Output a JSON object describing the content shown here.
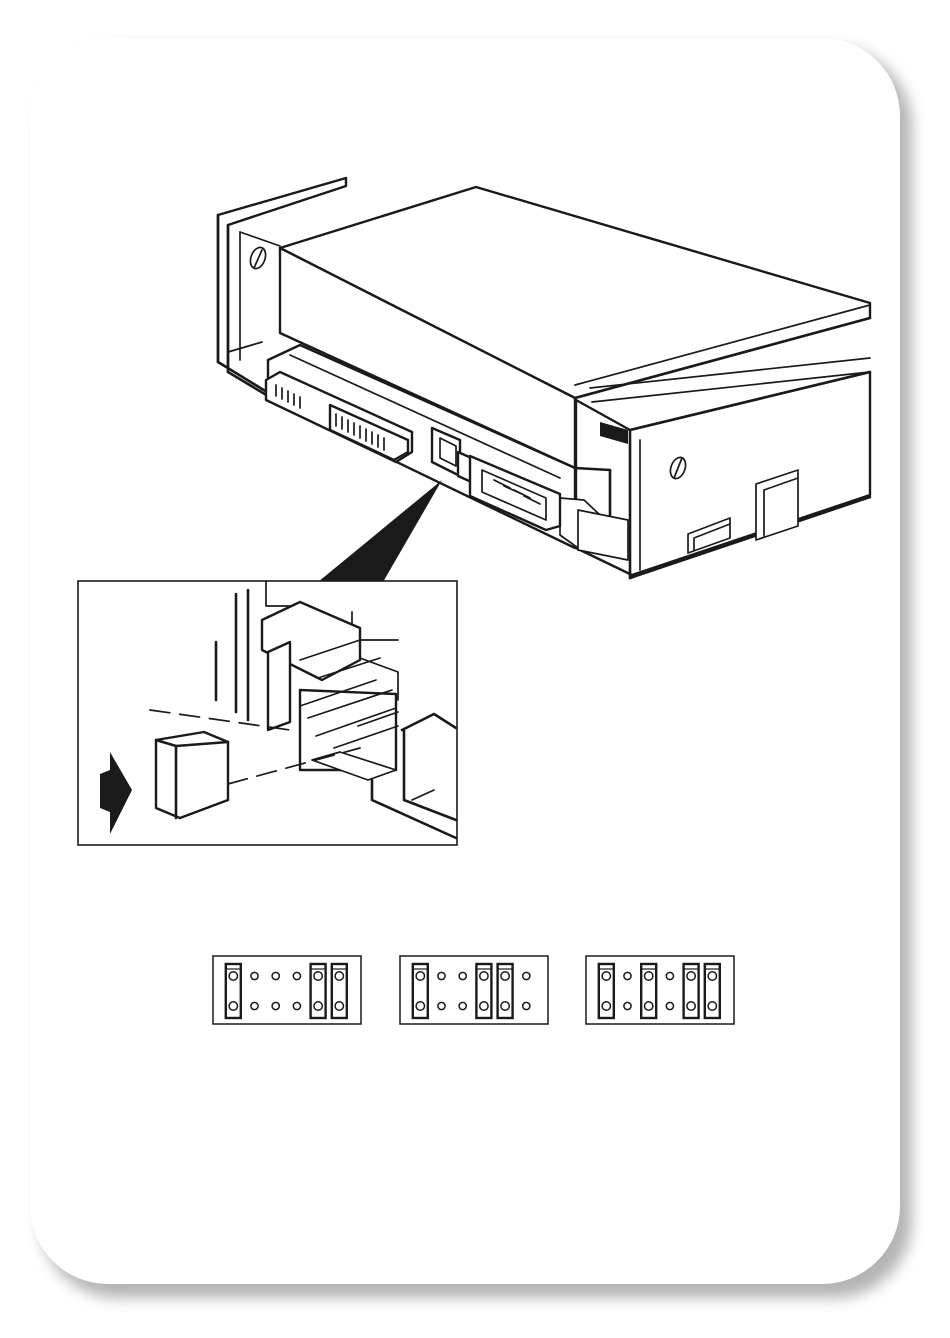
{
  "figure": {
    "subject": "tape-drive-rear-jumper-setting",
    "icons": [
      "arrow-right-icon"
    ]
  },
  "jumper_settings": [
    {
      "pins": 6,
      "jumpered": [
        true,
        false,
        false,
        false,
        true,
        true
      ]
    },
    {
      "pins": 6,
      "jumpered": [
        true,
        false,
        false,
        true,
        true,
        false
      ]
    },
    {
      "pins": 6,
      "jumpered": [
        true,
        false,
        true,
        false,
        true,
        true
      ]
    }
  ],
  "colors": {
    "ink": "#1a1a1a",
    "paper": "#ffffff",
    "shadow": "#9c9c9c"
  }
}
